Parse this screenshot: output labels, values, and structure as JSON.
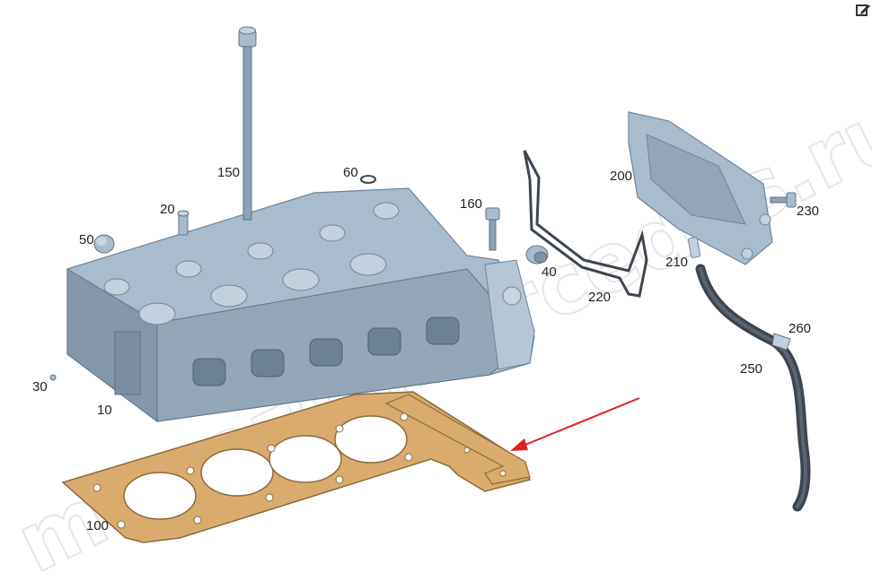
{
  "watermark": "magazinmercedes.ru",
  "toolbar": {
    "edit_icon": "edit-icon"
  },
  "colors": {
    "part_metal": "#9fb3c5",
    "part_metal_dark": "#6f8599",
    "gasket": "#d9ac6e",
    "gasket_edge": "#8a6a3a",
    "hose": "#3d4650",
    "arrow": "#e02020"
  },
  "callouts": {
    "p10": "10",
    "p20": "20",
    "p30": "30",
    "p40": "40",
    "p50": "50",
    "p60": "60",
    "p100": "100",
    "p150": "150",
    "p160": "160",
    "p200": "200",
    "p210": "210",
    "p220": "220",
    "p230": "230",
    "p250": "250",
    "p260": "260"
  }
}
